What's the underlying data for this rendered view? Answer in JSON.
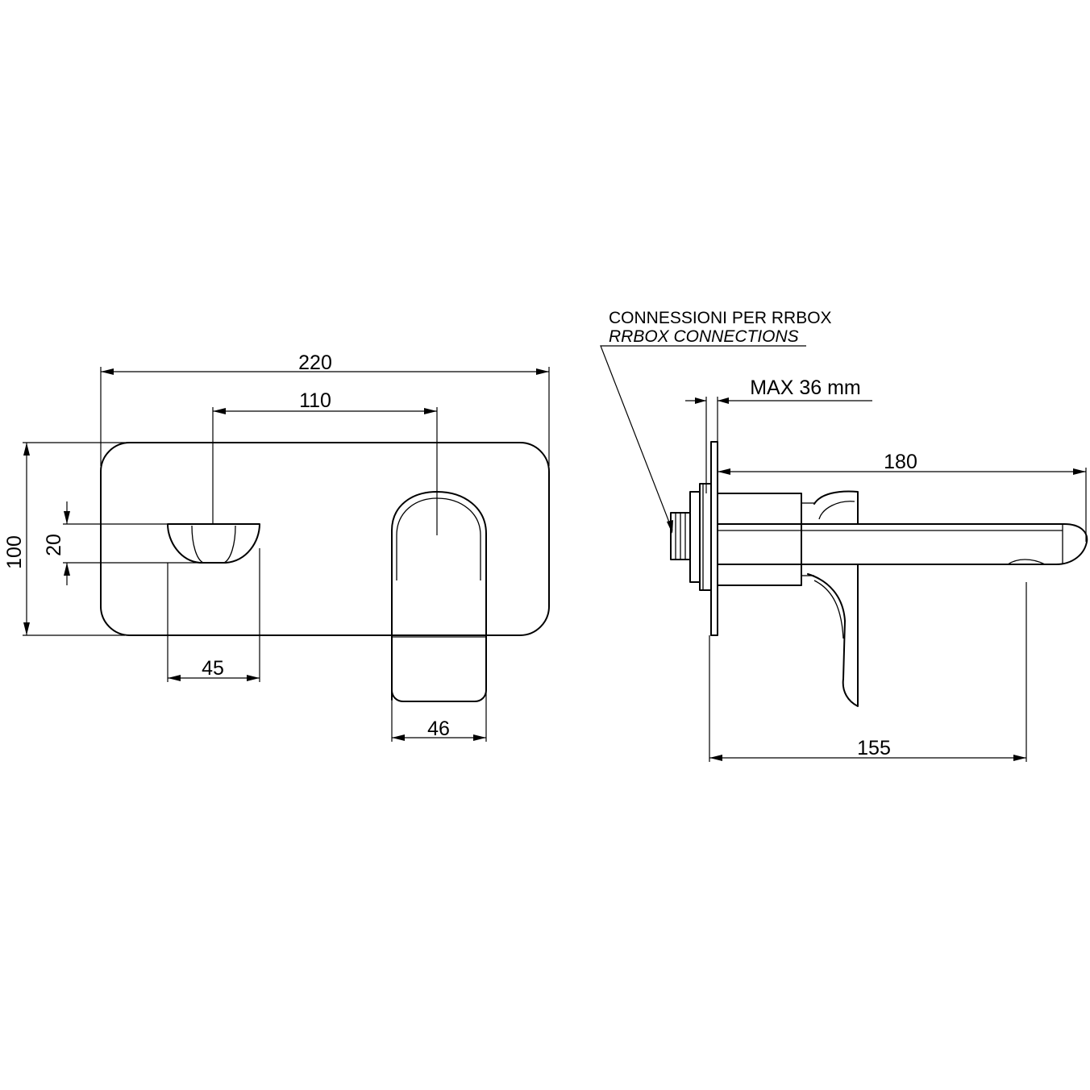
{
  "annotations": {
    "connections_it": "CONNESSIONI PER RRBOX",
    "connections_en": "RRBOX CONNECTIONS",
    "max_depth": "MAX 36 mm"
  },
  "front_view": {
    "plate_width": "220",
    "lever_spout_spacing": "110",
    "plate_height": "100",
    "spout_height": "20",
    "spout_width": "45",
    "lever_width": "46"
  },
  "side_view": {
    "spout_projection": "180",
    "lever_depth": "155"
  }
}
